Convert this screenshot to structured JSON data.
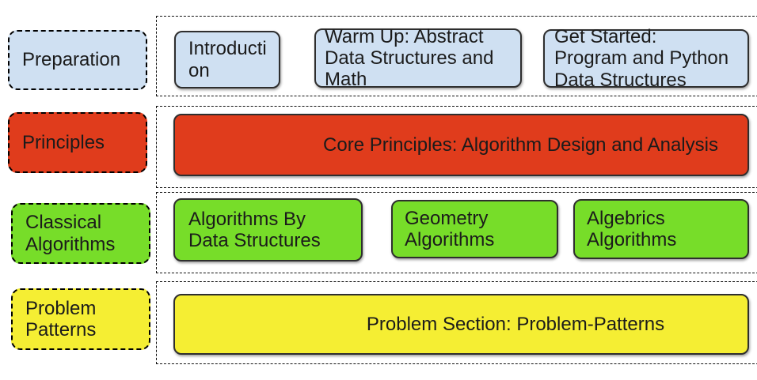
{
  "palette": {
    "blue": "#cfe0f2",
    "red": "#e03c1c",
    "green": "#77dd29",
    "yellow": "#f5ee33",
    "border_dark": "#2e2e2e",
    "dash": "#111111",
    "text": "#1b1b1b",
    "background": "#ffffff"
  },
  "rows": [
    {
      "name": "preparation",
      "label": "Preparation",
      "items": [
        "Introducti\non",
        "Warm Up: Abstract\nData Structures and\nMath",
        "Get Started:\nProgram and Python\nData Structures"
      ]
    },
    {
      "name": "principles",
      "label": "Principles",
      "items": [
        "Core Principles: Algorithm Design and Analysis"
      ]
    },
    {
      "name": "classical-algorithms",
      "label": "Classical\nAlgorithms",
      "items": [
        "Algorithms By\nData Structures",
        "Geometry\nAlgorithms",
        "Algebrics\nAlgorithms"
      ]
    },
    {
      "name": "problem-patterns",
      "label": "Problem\nPatterns",
      "items": [
        "Problem Section: Problem-Patterns"
      ]
    }
  ]
}
